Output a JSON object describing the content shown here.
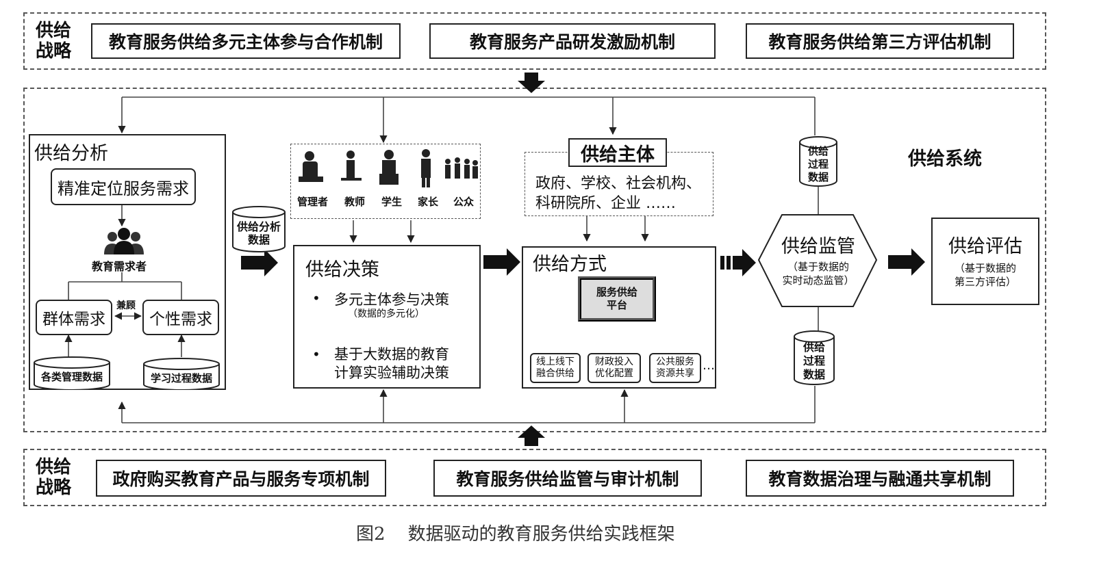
{
  "top_strategy": {
    "label": "供给\n战略",
    "mechanisms": [
      "教育服务供给多元主体参与合作机制",
      "教育服务产品研发激励机制",
      "教育服务供给第三方评估机制"
    ]
  },
  "bottom_strategy": {
    "label": "供给\n战略",
    "mechanisms": [
      "政府购买教育产品与服务专项机制",
      "教育服务供给监管与审计机制",
      "教育数据治理与融通共享机制"
    ]
  },
  "system_label": "供给系统",
  "analysis": {
    "title": "供给分析",
    "precise": "精准定位服务需求",
    "demander": "教育需求者",
    "group": "群体需求",
    "individual": "个性需求",
    "balance": "兼顾",
    "db_manage": "各类管理数据",
    "db_learning": "学习过程数据"
  },
  "analysis_data": "供给分析\n数据",
  "stakeholders": [
    "管理者",
    "教师",
    "学生",
    "家长",
    "公众"
  ],
  "decision": {
    "title": "供给决策",
    "item1": "多元主体参与决策",
    "item1_sub": "（数据的多元化）",
    "item2": "基于大数据的教育\n计算实验辅助决策",
    "bullet": "•"
  },
  "subject": {
    "title": "供给主体",
    "text": "政府、学校、社会机构、\n科研院所、企业  ……"
  },
  "mode": {
    "title": "供给方式",
    "platform": "服务供给\n平台",
    "ways": [
      "线上线下\n融合供给",
      "财政投入\n优化配置",
      "公共服务\n资源共享"
    ],
    "more": "…"
  },
  "process_data": "供给\n过程\n数据",
  "supervision": {
    "title": "供给监管",
    "sub": "（基于数据的\n实时动态监管）"
  },
  "evaluation": {
    "title": "供给评估",
    "sub": "（基于数据的\n第三方评估）"
  },
  "caption": "图2    数据驱动的教育服务供给实践框架"
}
